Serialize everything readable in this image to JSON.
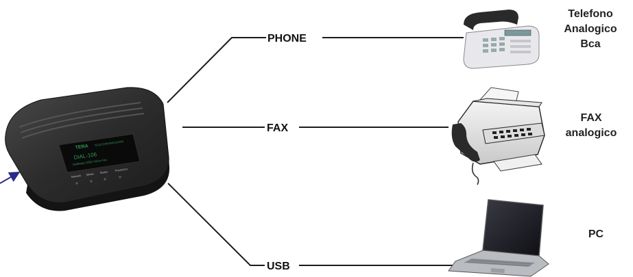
{
  "modem": {
    "brand": "TERA",
    "brand_sub": "TELECOMUNICAZIONI",
    "model": "DIAL-106",
    "model_desc": "Gateway GSM Voice-Fax",
    "leds": [
      "Network",
      "Media",
      "Status",
      "Power/Act"
    ]
  },
  "connections": {
    "phone": "PHONE",
    "fax": "FAX",
    "usb": "USB"
  },
  "devices": {
    "telephone": [
      "Telefono",
      "Analogico",
      "Bca"
    ],
    "fax": [
      "FAX",
      "analogico"
    ],
    "pc": [
      "PC"
    ]
  },
  "colors": {
    "line": "#1a1a1a",
    "arrow": "#2a2a8a",
    "modem_body": "#2e2e2e",
    "modem_label": "#1f6e3a"
  }
}
